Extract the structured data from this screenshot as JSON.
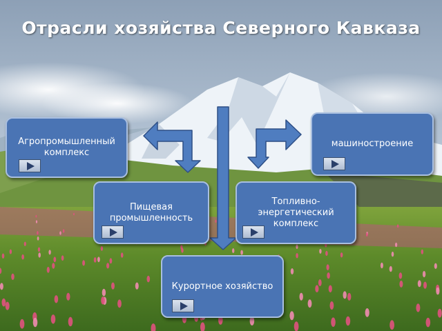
{
  "slide": {
    "title": "Отрасли хозяйства Северного Кавказа",
    "boxes": {
      "agro": "Агропромышленный комплекс",
      "machine": "машиностроение",
      "food": "Пищевая промышленность",
      "fuel": "Топливно-энергетический комплекс",
      "resort": "Курортное хозяйство"
    },
    "icons": {
      "play": "play-icon"
    },
    "colors": {
      "box_fill": "#4a74b4",
      "box_border": "#a9bfe0",
      "title": "#ffffff"
    }
  }
}
